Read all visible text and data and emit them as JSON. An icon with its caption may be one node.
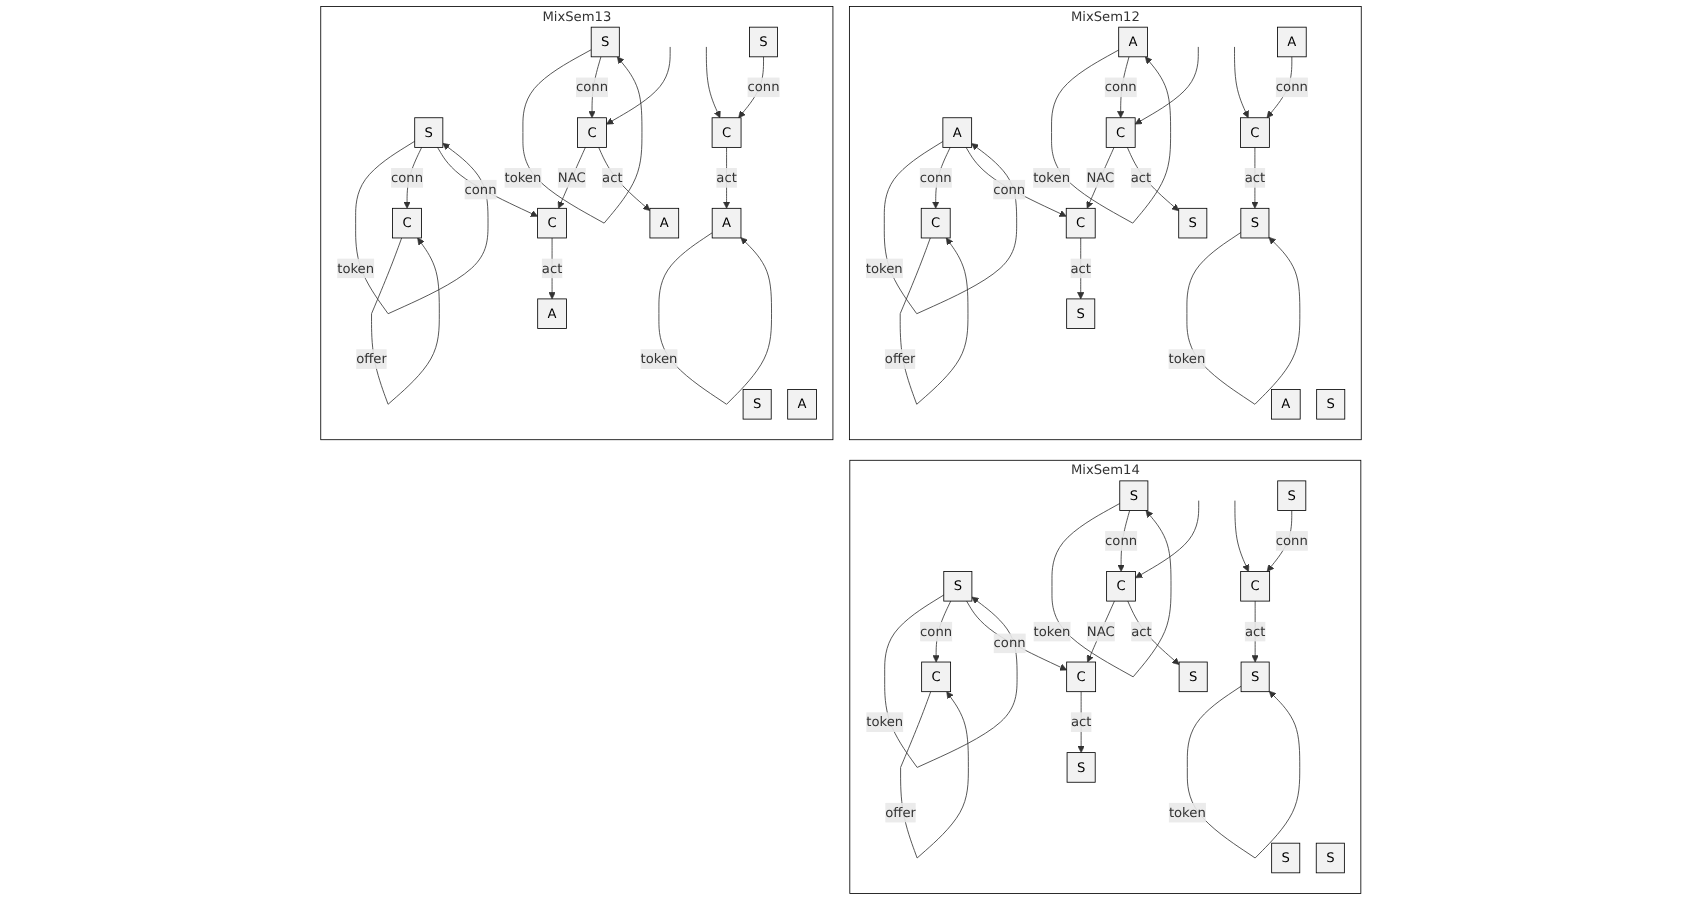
{
  "diagram": {
    "nodes": [
      {
        "text": [
          "MixSem12"
        ]
      },
      {
        "text": [
          "A"
        ],
        "in": 0
      },
      {
        "text": [
          "C"
        ],
        "in": 0
      },
      {
        "text": [
          "C"
        ],
        "in": 0
      },
      {
        "text": [
          "S"
        ],
        "in": 0
      },
      {
        "text": [
          "A"
        ],
        "in": 0
      },
      {
        "text": [
          "C"
        ],
        "in": 0
      },
      {
        "text": [
          "S"
        ],
        "in": 0
      },
      {
        "text": [
          "A"
        ],
        "in": 0
      },
      {
        "text": [
          "S"
        ],
        "in": 0
      },
      {
        "text": [
          "A"
        ],
        "in": 0
      },
      {
        "text": [
          "C"
        ],
        "in": 0
      },
      {
        "text": [
          "S"
        ],
        "in": 0
      },
      {
        "text": [
          "MixSem13"
        ]
      },
      {
        "text": [
          "S"
        ],
        "in": 13
      },
      {
        "text": [
          "C"
        ],
        "in": 13
      },
      {
        "text": [
          "C"
        ],
        "in": 13
      },
      {
        "text": [
          "A"
        ],
        "in": 13
      },
      {
        "text": [
          "S"
        ],
        "in": 13
      },
      {
        "text": [
          "C"
        ],
        "in": 13
      },
      {
        "text": [
          "A"
        ],
        "in": 13
      },
      {
        "text": [
          "S"
        ],
        "in": 13
      },
      {
        "text": [
          "A"
        ],
        "in": 13
      },
      {
        "text": [
          "S"
        ],
        "in": 13
      },
      {
        "text": [
          "C"
        ],
        "in": 13
      },
      {
        "text": [
          "A"
        ],
        "in": 13
      },
      {
        "text": [
          "MixSem14"
        ]
      },
      {
        "text": [
          "S"
        ],
        "in": 26
      },
      {
        "text": [
          "C"
        ],
        "in": 26
      },
      {
        "text": [
          "C"
        ],
        "in": 26
      },
      {
        "text": [
          "S"
        ],
        "in": 26
      },
      {
        "text": [
          "S"
        ],
        "in": 26
      },
      {
        "text": [
          "C"
        ],
        "in": 26
      },
      {
        "text": [
          "S"
        ],
        "in": 26
      },
      {
        "text": [
          "S"
        ],
        "in": 26
      },
      {
        "text": [
          "S"
        ],
        "in": 26
      },
      {
        "text": [
          "S"
        ],
        "in": 26
      },
      {
        "text": [
          "C"
        ],
        "in": 26
      },
      {
        "text": [
          "S"
        ],
        "in": 26
      }
    ],
    "edges": [
      {
        "from": 1,
        "to": 1,
        "arrow": "to",
        "label": "token"
      },
      {
        "from": 1,
        "to": 2,
        "arrow": "to",
        "label": "conn"
      },
      {
        "from": 1,
        "to": 3,
        "arrow": "to",
        "label": "conn"
      },
      {
        "from": 3,
        "to": 4,
        "arrow": "to",
        "label": "act"
      },
      {
        "from": 2,
        "to": 2,
        "arrow": "to",
        "label": "offer"
      },
      {
        "from": 6,
        "to": 3,
        "arrow": "to",
        "label": "NAC"
      },
      {
        "from": 5,
        "to": 5,
        "arrow": "to",
        "label": "token"
      },
      {
        "from": 5,
        "to": 6,
        "arrow": "to",
        "label": "conn"
      },
      {
        "from": 6,
        "to": 7,
        "arrow": "to",
        "label": "act"
      },
      {
        "from": null,
        "to": 6,
        "arrow": "to"
      },
      {
        "from": null,
        "to": 11,
        "arrow": "to"
      },
      {
        "from": 10,
        "to": 11,
        "arrow": "to",
        "label": "conn"
      },
      {
        "from": 11,
        "to": 12,
        "arrow": "to",
        "label": "act"
      },
      {
        "from": 12,
        "to": 12,
        "arrow": "to",
        "label": "token"
      },
      {
        "from": 14,
        "to": 14,
        "arrow": "to",
        "label": "token"
      },
      {
        "from": 14,
        "to": 15,
        "arrow": "to",
        "label": "conn"
      },
      {
        "from": 14,
        "to": 16,
        "arrow": "to",
        "label": "conn"
      },
      {
        "from": 16,
        "to": 17,
        "arrow": "to",
        "label": "act"
      },
      {
        "from": 15,
        "to": 15,
        "arrow": "to",
        "label": "offer"
      },
      {
        "from": 19,
        "to": 16,
        "arrow": "to",
        "label": "NAC"
      },
      {
        "from": 18,
        "to": 18,
        "arrow": "to",
        "label": "token"
      },
      {
        "from": 18,
        "to": 19,
        "arrow": "to",
        "label": "conn"
      },
      {
        "from": 19,
        "to": 20,
        "arrow": "to",
        "label": "act"
      },
      {
        "from": null,
        "to": 19,
        "arrow": "to"
      },
      {
        "from": null,
        "to": 24,
        "arrow": "to"
      },
      {
        "from": 23,
        "to": 24,
        "arrow": "to",
        "label": "conn"
      },
      {
        "from": 24,
        "to": 25,
        "arrow": "to",
        "label": "act"
      },
      {
        "from": 25,
        "to": 25,
        "arrow": "to",
        "label": "token"
      },
      {
        "from": 27,
        "to": 27,
        "arrow": "to",
        "label": "token"
      },
      {
        "from": 27,
        "to": 28,
        "arrow": "to",
        "label": "conn"
      },
      {
        "from": 27,
        "to": 29,
        "arrow": "to",
        "label": "conn"
      },
      {
        "from": 29,
        "to": 30,
        "arrow": "to",
        "label": "act"
      },
      {
        "from": 28,
        "to": 28,
        "arrow": "to",
        "label": "offer"
      },
      {
        "from": 32,
        "to": 29,
        "arrow": "to",
        "label": "NAC"
      },
      {
        "from": 31,
        "to": 31,
        "arrow": "to",
        "label": "token"
      },
      {
        "from": 31,
        "to": 32,
        "arrow": "to",
        "label": "conn"
      },
      {
        "from": 32,
        "to": 33,
        "arrow": "to",
        "label": "act"
      },
      {
        "from": null,
        "to": 32,
        "arrow": "to"
      },
      {
        "from": null,
        "to": 37,
        "arrow": "to"
      },
      {
        "from": 36,
        "to": 37,
        "arrow": "to",
        "label": "conn"
      },
      {
        "from": 37,
        "to": 38,
        "arrow": "to",
        "label": "act"
      },
      {
        "from": 38,
        "to": 38,
        "arrow": "to",
        "label": "token"
      }
    ]
  }
}
